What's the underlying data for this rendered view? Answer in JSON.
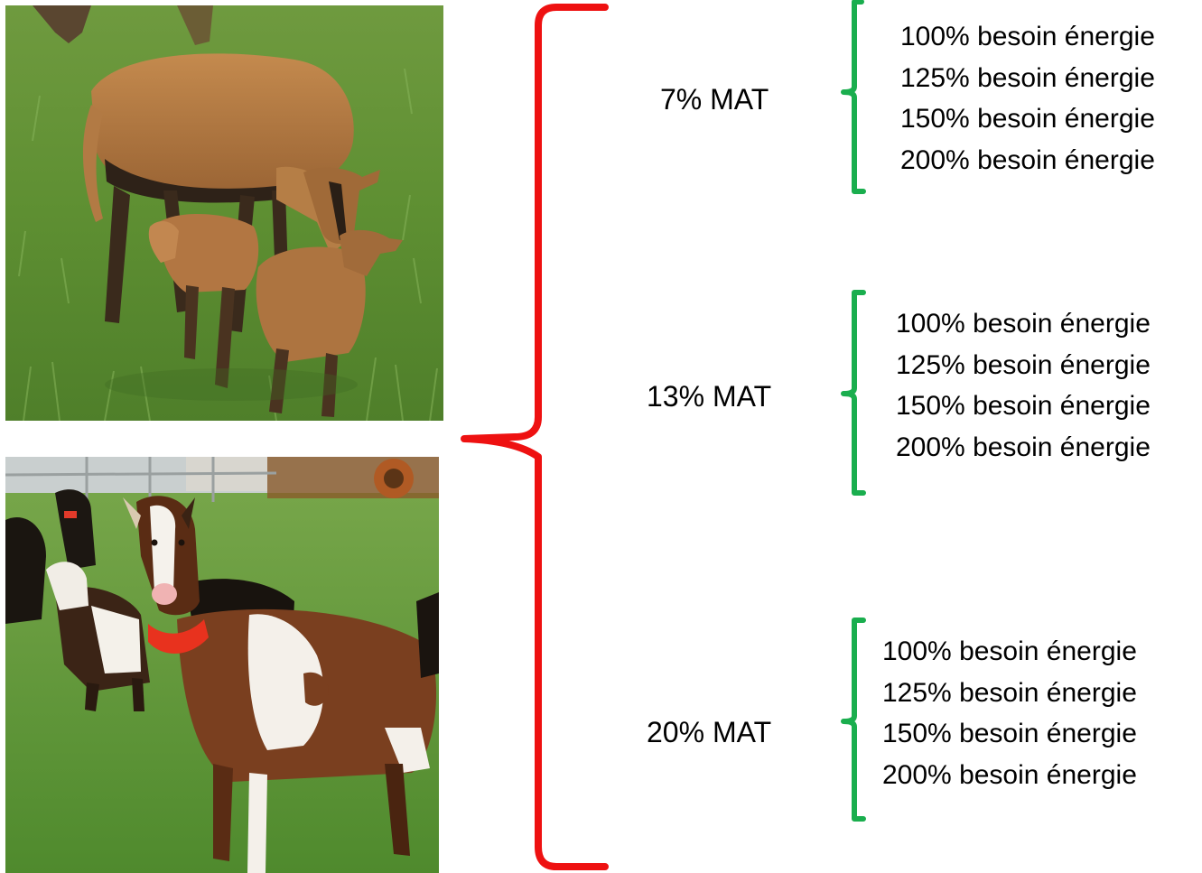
{
  "colors": {
    "main_brace": "#ee1111",
    "group_brace": "#1aae4e",
    "background": "#ffffff",
    "text": "#000000"
  },
  "photos": [
    {
      "name": "photo-goat-with-kids",
      "subject": "brown goat with two kids on grass"
    },
    {
      "name": "photo-goat-herd",
      "subject": "brown and white goat with red collar in a herd"
    }
  ],
  "groups": [
    {
      "label": "7% MAT",
      "options": [
        "100% besoin énergie",
        "125% besoin énergie",
        "150% besoin énergie",
        "200% besoin énergie"
      ]
    },
    {
      "label": "13% MAT",
      "options": [
        "100% besoin énergie",
        "125% besoin énergie",
        "150% besoin énergie",
        "200% besoin énergie"
      ]
    },
    {
      "label": "20% MAT",
      "options": [
        "100% besoin énergie",
        "125% besoin énergie",
        "150% besoin énergie",
        "200% besoin énergie"
      ]
    }
  ]
}
